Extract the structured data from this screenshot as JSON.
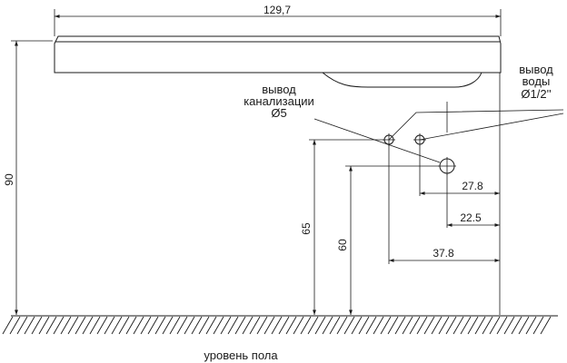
{
  "dimensions": {
    "width_total": "129,7",
    "height_total": "90",
    "drain_height": "65",
    "water_height": "60",
    "water_offset": "27.8",
    "drain_offset_right": "22.5",
    "drain_offset_left": "37.8"
  },
  "labels": {
    "drain": [
      "вывод",
      "канализации",
      "Ø5"
    ],
    "water": [
      "вывод",
      "воды",
      "Ø1/2''"
    ],
    "floor": "уровень пола"
  }
}
